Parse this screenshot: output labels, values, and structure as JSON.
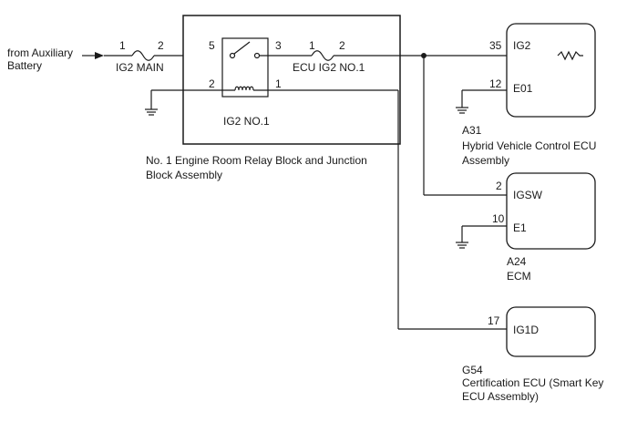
{
  "source": {
    "line1": "from Auxiliary",
    "line2": "Battery"
  },
  "fuse_ig2_main": {
    "label": "IG2 MAIN",
    "pin_in": "1",
    "pin_out": "2"
  },
  "relay_block": {
    "name_line1": "No. 1 Engine Room Relay Block and Junction",
    "name_line2": "Block Assembly",
    "relay": {
      "label": "IG2 NO.1",
      "pin_contact_in": "5",
      "pin_contact_out": "3",
      "pin_coil_ground": "2",
      "pin_coil_out": "1"
    },
    "fuse": {
      "label": "ECU IG2 NO.1",
      "pin_in": "1",
      "pin_out": "2"
    }
  },
  "ecus": [
    {
      "code": "A31",
      "name_line1": "Hybrid Vehicle Control ECU",
      "name_line2": "Assembly",
      "pins": [
        {
          "num": "35",
          "name": "IG2"
        },
        {
          "num": "12",
          "name": "E01"
        }
      ]
    },
    {
      "code": "A24",
      "name_line1": "ECM",
      "name_line2": "",
      "pins": [
        {
          "num": "2",
          "name": "IGSW"
        },
        {
          "num": "10",
          "name": "E1"
        }
      ]
    },
    {
      "code": "G54",
      "name_line1": "Certification ECU (Smart Key",
      "name_line2": "ECU Assembly)",
      "pins": [
        {
          "num": "17",
          "name": "IG1D"
        }
      ]
    }
  ],
  "icons": [
    "arrow-icon",
    "fuse-icon",
    "switch-icon",
    "coil-icon",
    "ground-icon",
    "resistor-icon",
    "junction-dot-icon"
  ]
}
